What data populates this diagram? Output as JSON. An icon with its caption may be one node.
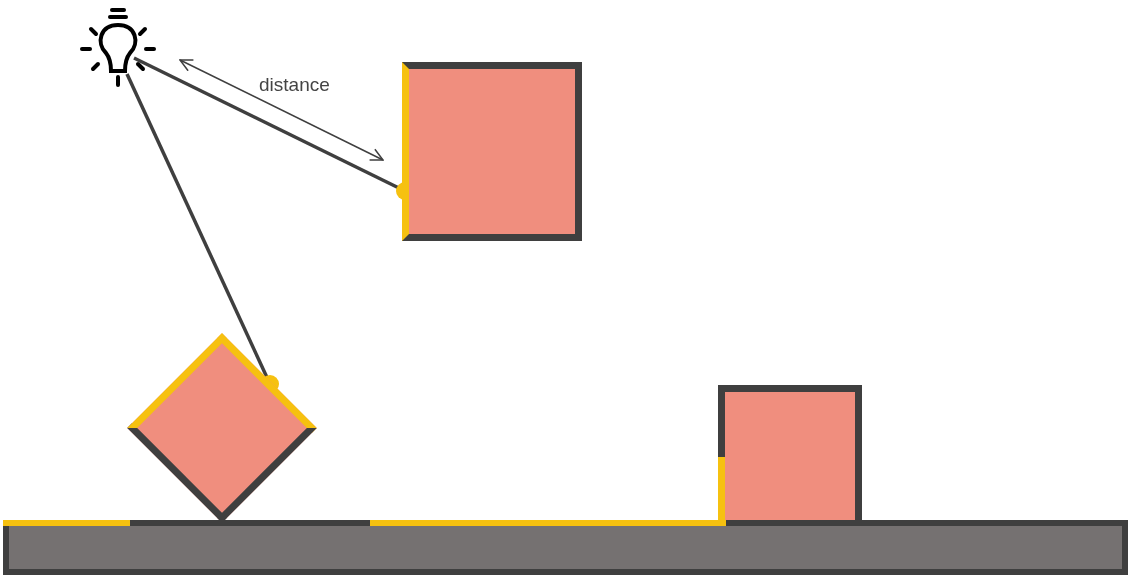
{
  "diagram": {
    "nodes": [
      {
        "text": [],
        "shape": "picture"
      },
      {
        "text": [],
        "shape": "box"
      },
      {
        "text": [],
        "shape": "diamond"
      },
      {
        "text": [],
        "shape": "box"
      },
      {
        "text": [],
        "shape": "bar"
      }
    ],
    "edges": [
      {
        "from": 0,
        "to": 1,
        "arrow": "other"
      },
      {
        "from": 0,
        "to": 2,
        "arrow": "other"
      }
    ],
    "labels": [
      "distance"
    ]
  }
}
